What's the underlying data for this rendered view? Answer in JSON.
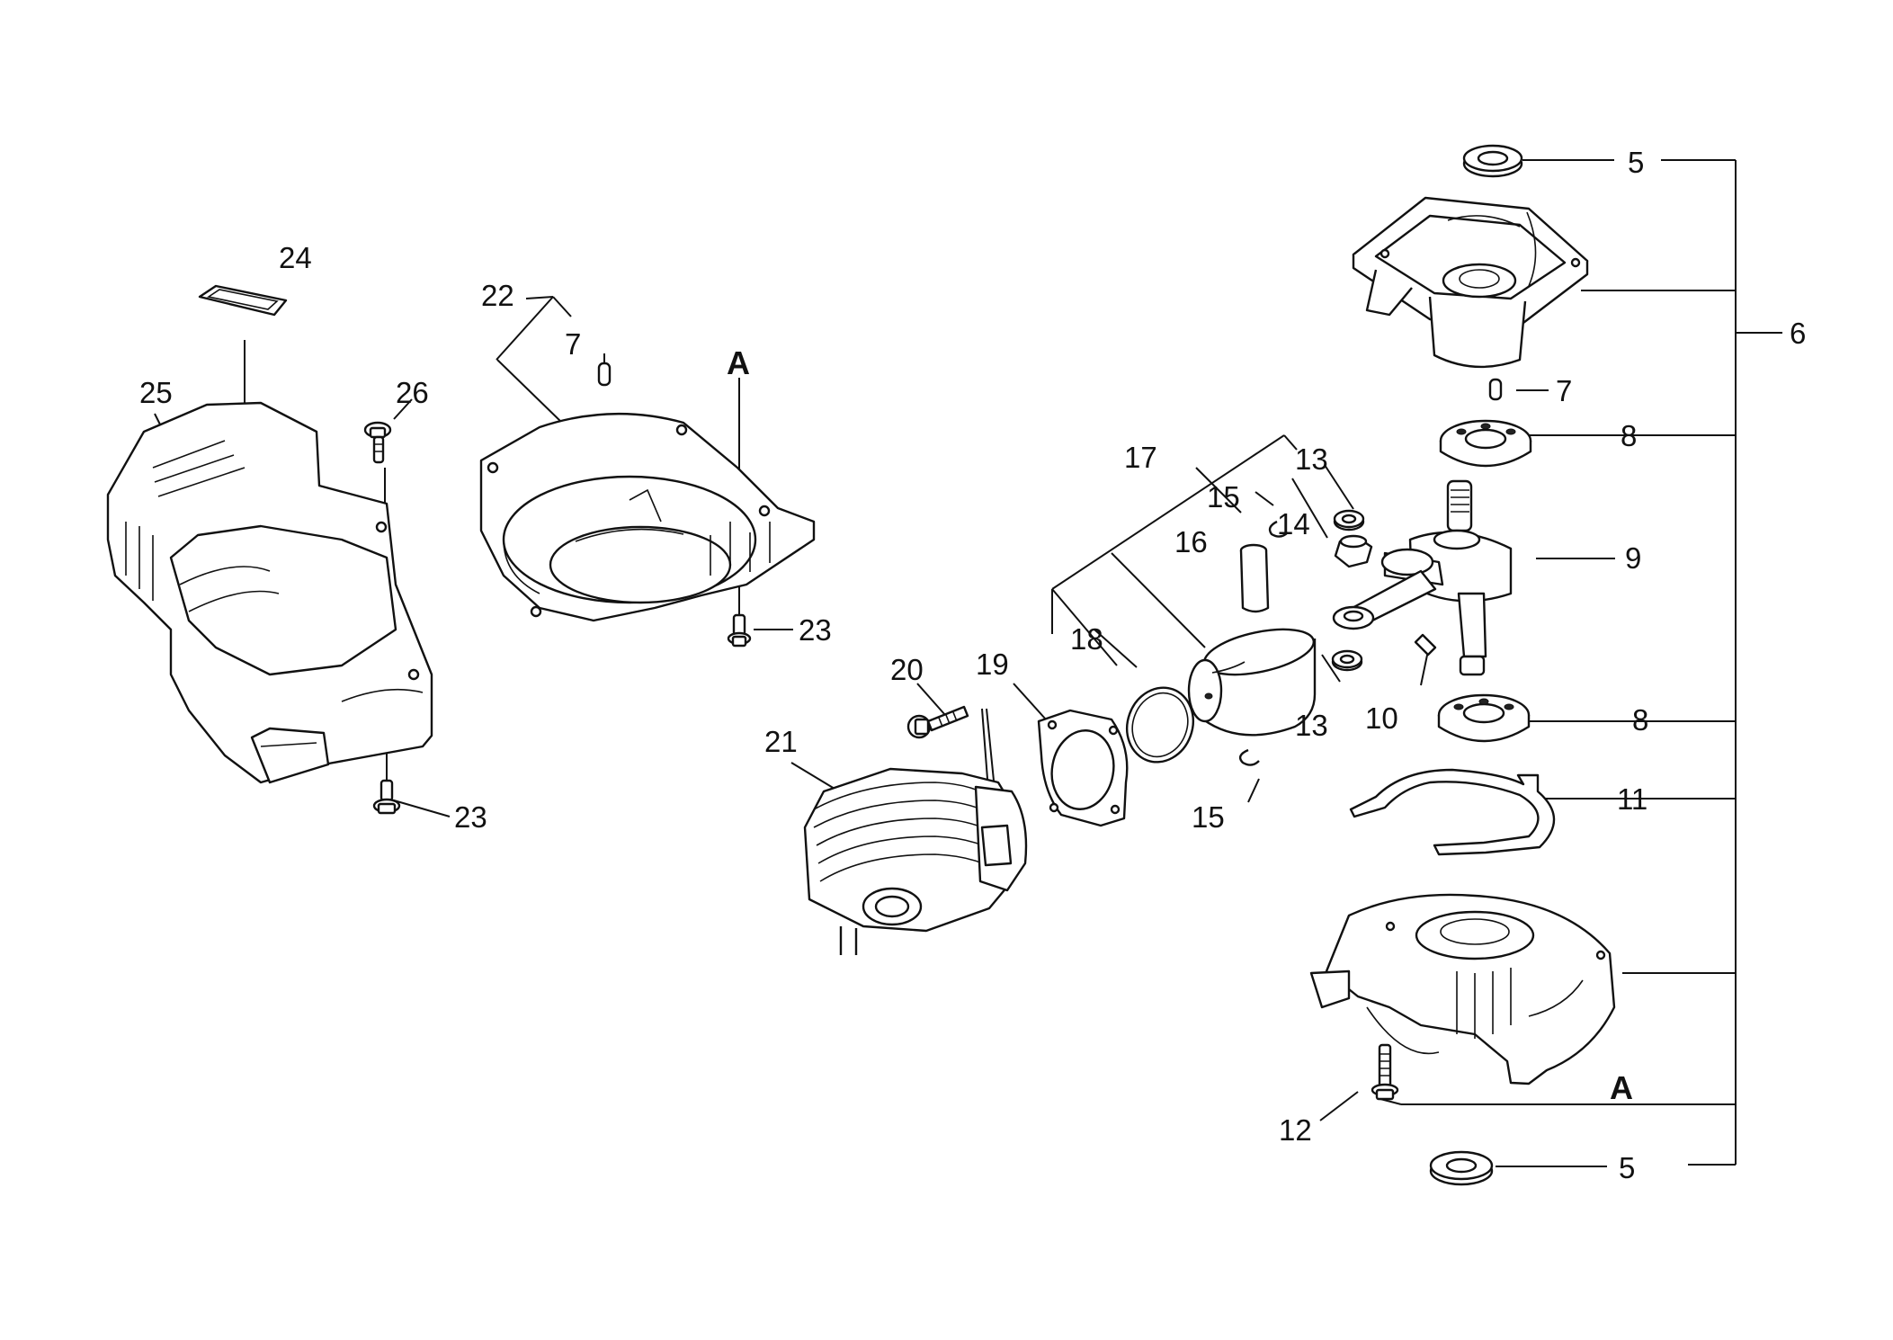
{
  "colors": {
    "ink": "#111111",
    "background": "#ffffff"
  },
  "callouts": {
    "c5_top": "5",
    "c6": "6",
    "c7_right": "7",
    "c8_top": "8",
    "c9": "9",
    "c13_top": "13",
    "c17": "17",
    "c15_top": "15",
    "c14": "14",
    "c16": "16",
    "c18": "18",
    "c13_bottom": "13",
    "c10": "10",
    "c8_bottom": "8",
    "c19": "19",
    "c20": "20",
    "c21": "21",
    "c15_bottom": "15",
    "c11": "11",
    "c12": "12",
    "c5_bottom": "5",
    "c22": "22",
    "c7_left": "7",
    "c24": "24",
    "c25": "25",
    "c26": "26",
    "c23_mid": "23",
    "c23_left": "23"
  },
  "markers": {
    "a_top": "A",
    "a_bottom": "A"
  },
  "parts": [
    "oil-seal-top",
    "crankcase-upper",
    "dowel-pin-right",
    "bearing-top",
    "crankshaft",
    "needle-bearing-small",
    "needle-bearing",
    "washer-top",
    "washer-bottom",
    "key",
    "piston-pin-clip-top",
    "piston-pin",
    "piston",
    "piston-ring",
    "piston-pin-clip-bottom",
    "bearing-bottom",
    "crankcase-gasket",
    "crankcase-lower",
    "crankcase-bolt",
    "oil-seal-bottom",
    "cylinder-gasket",
    "cylinder-bolt",
    "cylinder",
    "fan-housing",
    "dowel-pin-left",
    "fan-housing-screw",
    "cylinder-cover",
    "cover-label",
    "cover-screw-top",
    "cover-screw-bottom"
  ]
}
